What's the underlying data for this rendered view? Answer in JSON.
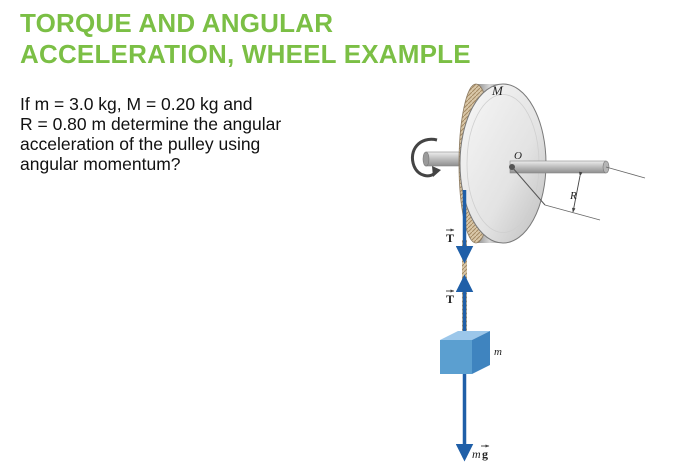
{
  "slide": {
    "title_lines": [
      "TORQUE AND ANGULAR",
      "ACCELERATION, WHEEL EXAMPLE"
    ],
    "body_lines": [
      "If m = 3.0 kg, M = 0.20 kg and",
      "R = 0.80 m determine the angular",
      "acceleration of the pulley using",
      "angular momentum?"
    ]
  },
  "figure": {
    "labels": {
      "wheel_mass": "M",
      "axle": "O",
      "radius": "R",
      "tension_top": "T",
      "tension_bottom": "T",
      "block_mass": "m",
      "weight_m": "m",
      "weight_g": "g"
    },
    "colors": {
      "title": "#7bbf45",
      "force_arrow": "#1f5fa8",
      "block": "#5b9fd0"
    }
  }
}
